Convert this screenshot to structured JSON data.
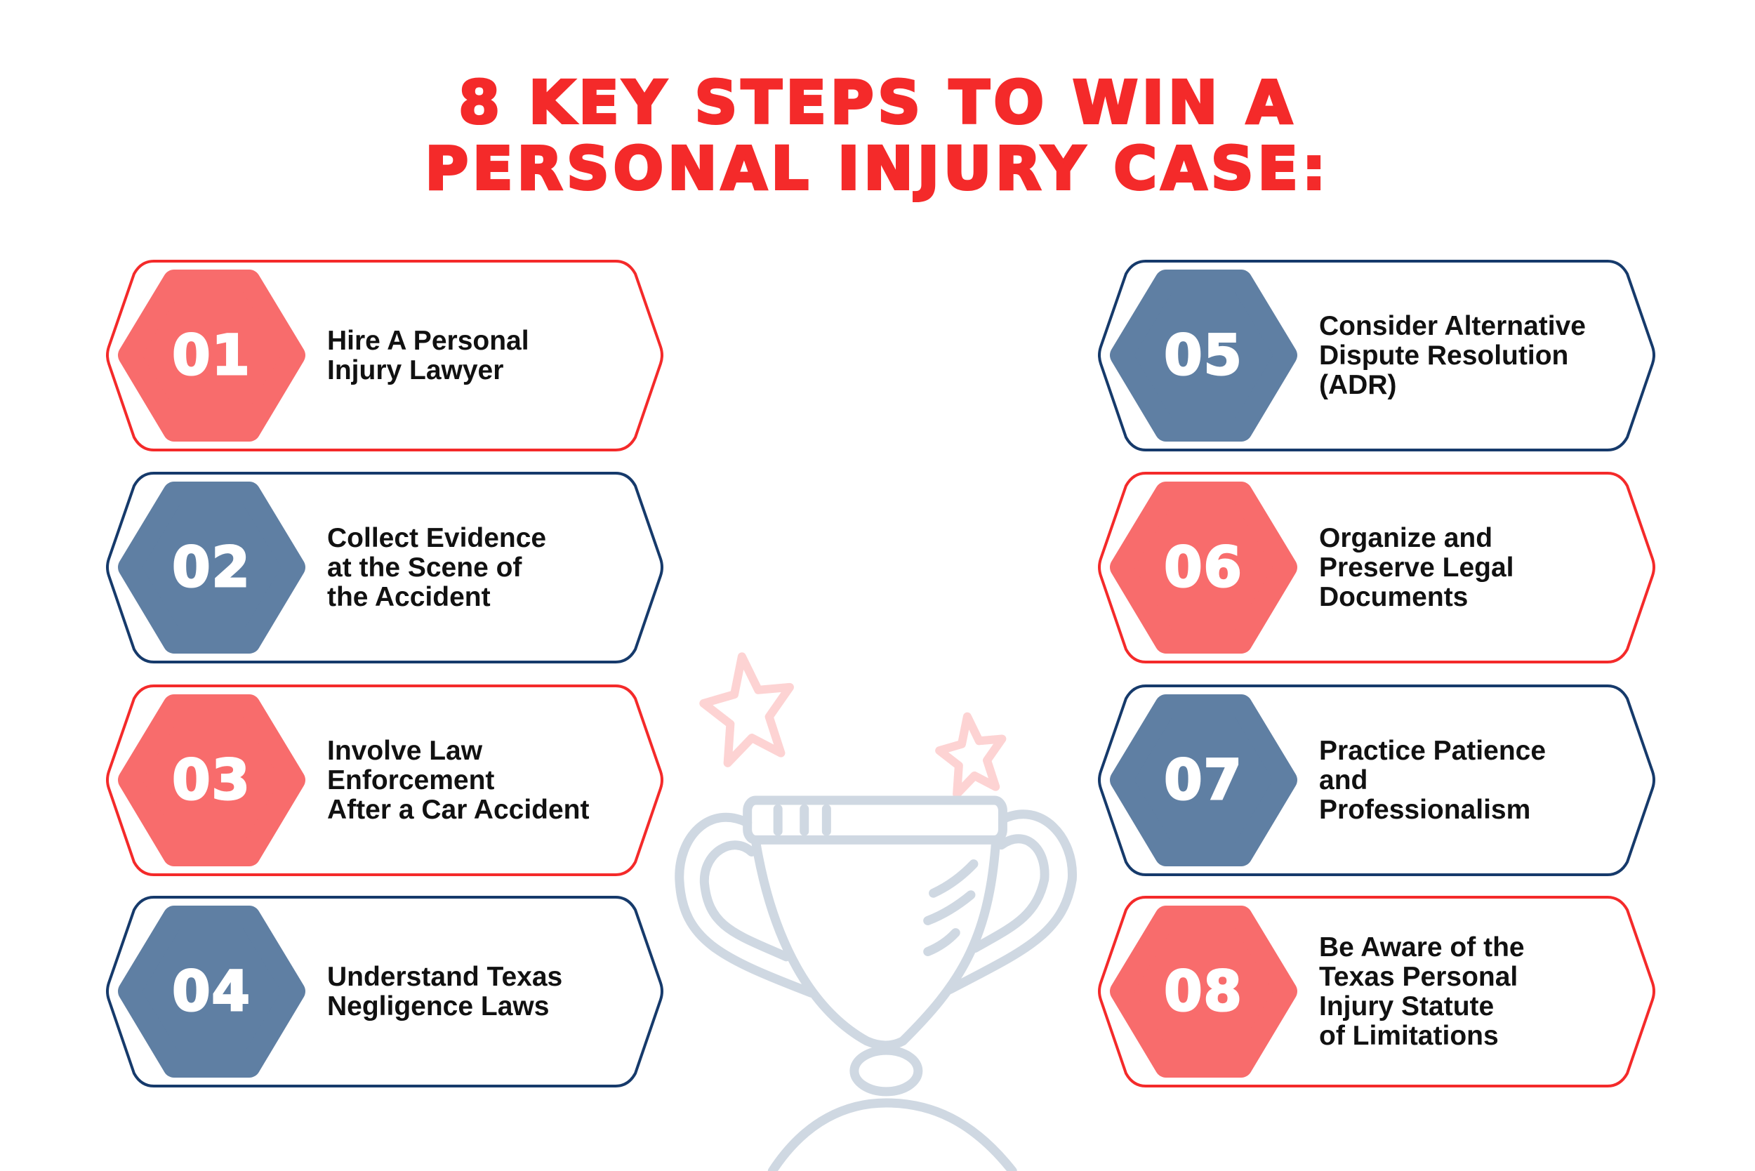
{
  "title": {
    "line1": "8 KEY STEPS TO WIN A",
    "line2": "PERSONAL INJURY CASE:"
  },
  "colors": {
    "red_border": "#f42a2a",
    "red_fill": "#f86c6c",
    "navy_border": "#163a6b",
    "navy_fill": "#5f7fa3",
    "trophy": "#cfd8e2",
    "stars": "#fdd3d3"
  },
  "steps": [
    {
      "number": "01",
      "lines": [
        "Hire A Personal",
        "Injury Lawyer"
      ],
      "theme": "red"
    },
    {
      "number": "02",
      "lines": [
        "Collect Evidence",
        "at the Scene of",
        "the Accident"
      ],
      "theme": "navy"
    },
    {
      "number": "03",
      "lines": [
        "Involve Law",
        "Enforcement",
        "After a Car Accident"
      ],
      "theme": "red"
    },
    {
      "number": "04",
      "lines": [
        "Understand Texas",
        "Negligence Laws"
      ],
      "theme": "navy"
    },
    {
      "number": "05",
      "lines": [
        "Consider Alternative",
        "Dispute Resolution",
        "(ADR)"
      ],
      "theme": "navy"
    },
    {
      "number": "06",
      "lines": [
        "Organize and",
        "Preserve Legal",
        "Documents"
      ],
      "theme": "red"
    },
    {
      "number": "07",
      "lines": [
        "Practice Patience",
        "and",
        "Professionalism"
      ],
      "theme": "navy"
    },
    {
      "number": "08",
      "lines": [
        "Be Aware of the",
        "Texas Personal",
        "Injury Statute",
        "of Limitations"
      ],
      "theme": "red"
    }
  ],
  "illustration": {
    "icon": "trophy-icon",
    "accents": "star-icon"
  }
}
